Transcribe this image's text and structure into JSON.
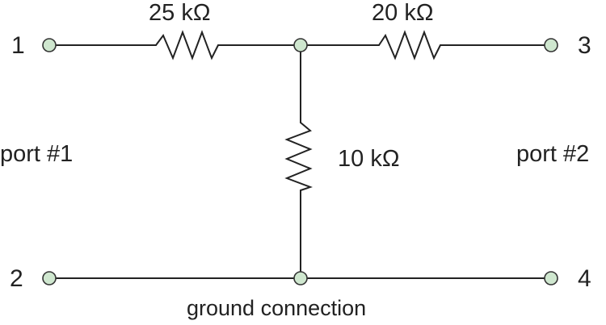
{
  "diagram": {
    "terminals": {
      "t1": "1",
      "t2": "2",
      "t3": "3",
      "t4": "4"
    },
    "resistors": {
      "r_left": "25 kΩ",
      "r_right": "20 kΩ",
      "r_shunt": "10 kΩ"
    },
    "ports": {
      "port1": "port #1",
      "port2": "port #2"
    },
    "ground_label": "ground connection",
    "colors": {
      "wire": "#222222",
      "node_fill": "#cfe7cf",
      "node_stroke": "#333333"
    }
  }
}
